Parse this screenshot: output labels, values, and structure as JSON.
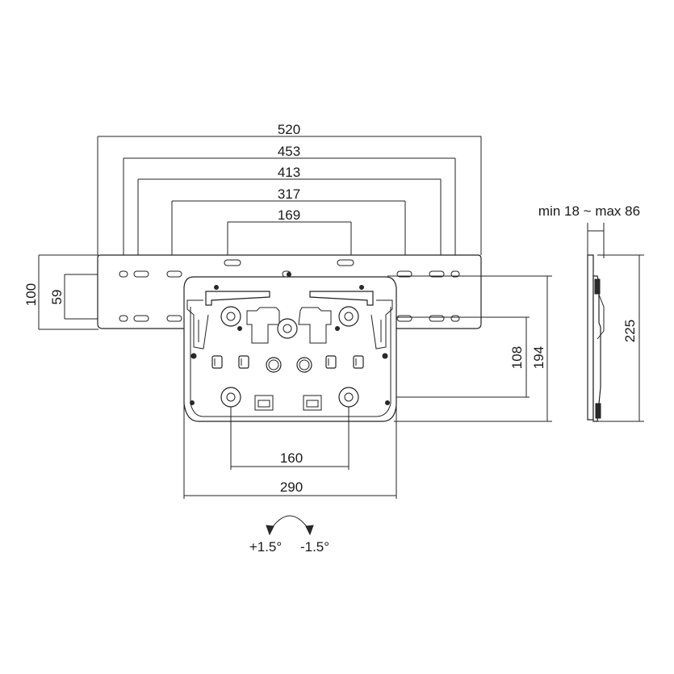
{
  "diagram": {
    "rail_dimensions": {
      "width_520": "520",
      "width_453": "453",
      "width_413": "413",
      "width_317": "317",
      "width_169": "169"
    },
    "rail_height_dimensions": {
      "height_100": "100",
      "height_59": "59"
    },
    "plate_dimensions": {
      "height_108": "108",
      "height_194": "194",
      "width_160": "160",
      "width_290": "290"
    },
    "side_view": {
      "depth_range": "min 18 ~ max 86",
      "height_225": "225"
    },
    "tilt": {
      "plus": "+1.5°",
      "minus": "-1.5°"
    }
  }
}
